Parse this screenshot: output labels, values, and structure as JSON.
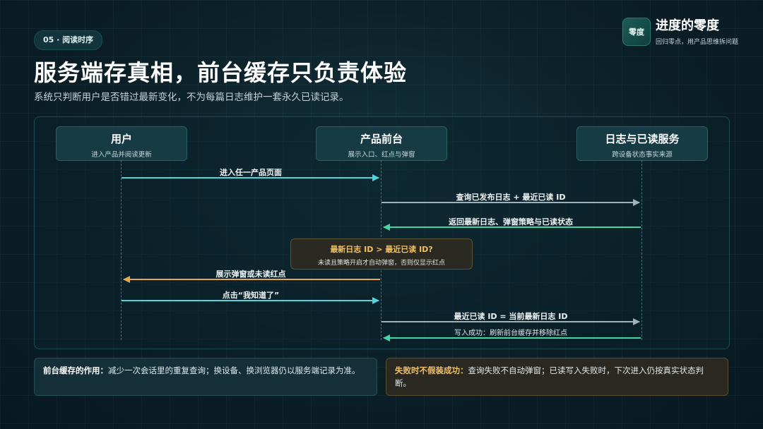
{
  "header": {
    "badge": "05 · 阅读时序",
    "title": "服务端存真相，前台缓存只负责体验",
    "subtitle": "系统只判断用户是否错过最新变化，不为每篇日志维护一套永久已读记录。"
  },
  "brand": {
    "logo_text": "零度",
    "name": "进度的零度",
    "tagline": "回归零点，用产品思维拆问题"
  },
  "lanes": [
    {
      "name": "用户",
      "desc": "进入产品并阅读更新"
    },
    {
      "name": "产品前台",
      "desc": "展示入口、红点与弹窗"
    },
    {
      "name": "日志与已读服务",
      "desc": "跨设备状态事实来源"
    }
  ],
  "messages": [
    {
      "label": "进入任一产品页面"
    },
    {
      "label": "查询已发布日志 + 最近已读 ID"
    },
    {
      "label": "返回最新日志、弹窗策略与已读状态"
    },
    {
      "label": "展示弹窗或未读红点"
    },
    {
      "label": "点击“我知道了”"
    },
    {
      "label": "最近已读 ID = 当前最新日志 ID"
    },
    {
      "label": "写入成功：刷新前台缓存并移除红点"
    }
  ],
  "decision": {
    "question": "最新日志 ID > 最近已读 ID?",
    "note": "未读且策略开启才自动弹窗，否则仅显示红点"
  },
  "notes": {
    "left_key": "前台缓存的作用：",
    "left_text": "减少一次会话里的重复查询；换设备、换浏览器仍以服务端记录为准。",
    "right_key": "失败时不假装成功：",
    "right_text": "查询失败不自动弹窗；已读写入失败时，下次进入仍按真实状态判断。"
  },
  "colors": {
    "cyan": "#4fd6dc",
    "gray": "#9fb2b8",
    "green": "#43d6a0",
    "orange": "#e9a84a"
  }
}
